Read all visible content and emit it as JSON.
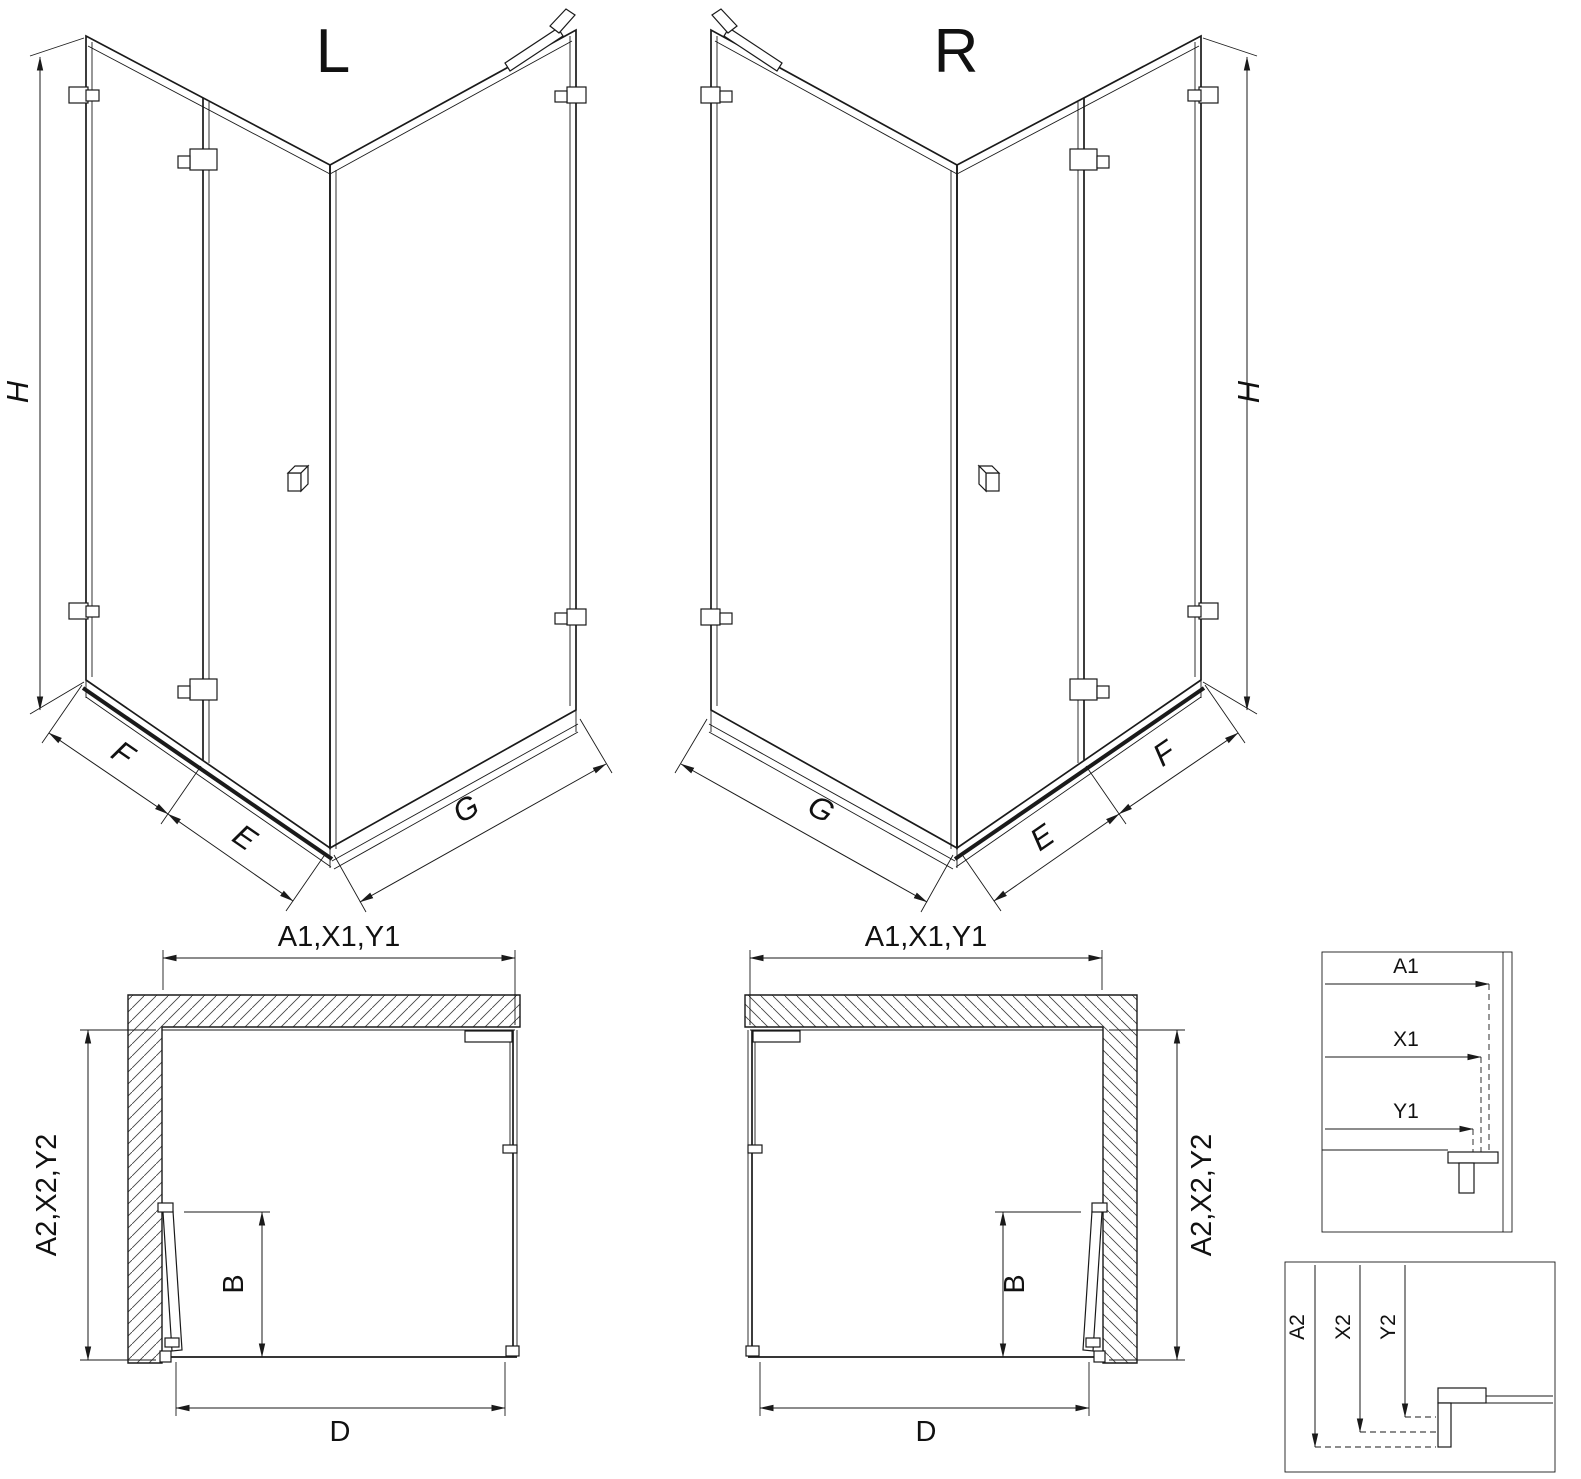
{
  "page": {
    "background": "#ffffff",
    "line_color": "#1a1a1a"
  },
  "iso_left": {
    "variant": "L",
    "height": "H",
    "panel_fixed": "F",
    "panel_door": "E",
    "panel_side": "G"
  },
  "iso_right": {
    "variant": "R",
    "height": "H",
    "panel_fixed": "F",
    "panel_door": "E",
    "panel_side": "G"
  },
  "plan_left": {
    "width": "A1,X1,Y1",
    "depth": "A2,X2,Y2",
    "door_width": "B",
    "entry_width": "D"
  },
  "plan_right": {
    "width": "A1,X1,Y1",
    "depth": "A2,X2,Y2",
    "door_width": "B",
    "entry_width": "D"
  },
  "detail_width": {
    "rows": [
      "A1",
      "X1",
      "Y1"
    ]
  },
  "detail_depth": {
    "rows": [
      "A2",
      "X2",
      "Y2"
    ]
  }
}
